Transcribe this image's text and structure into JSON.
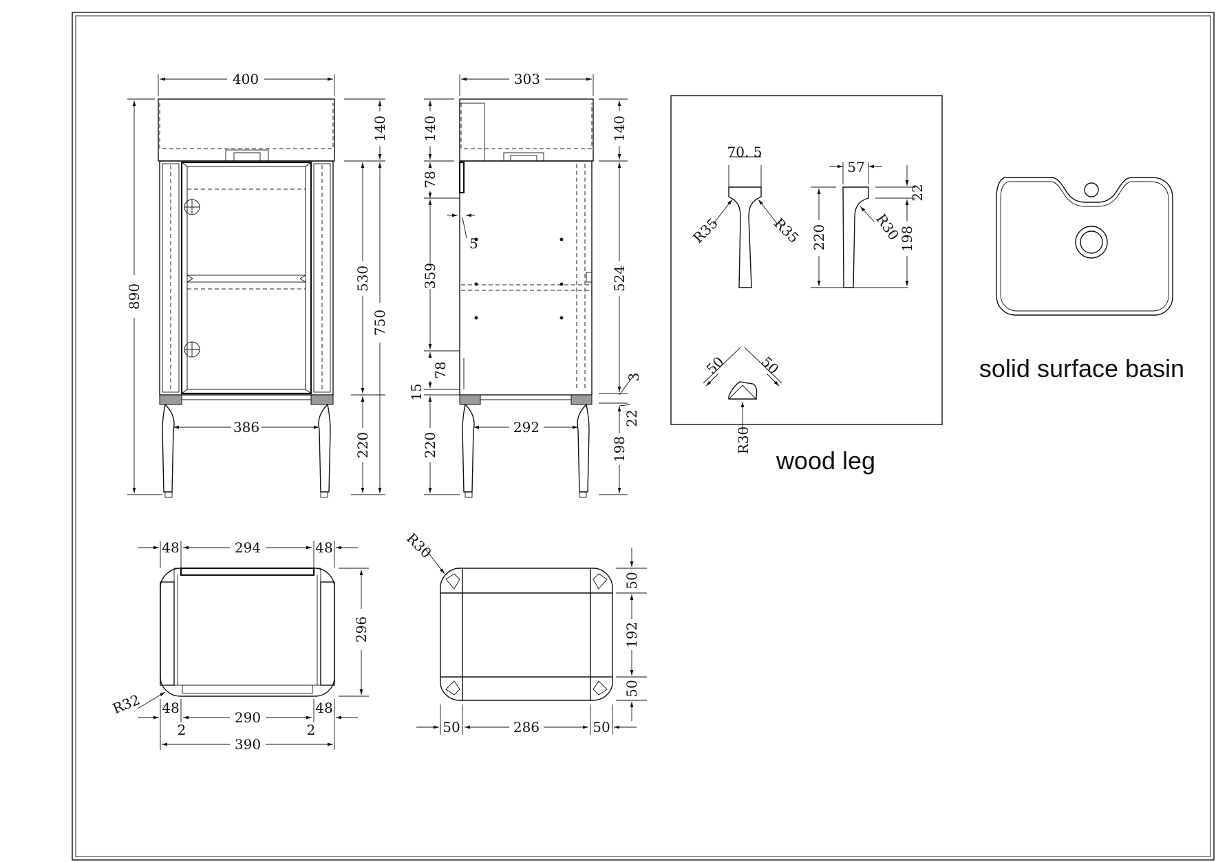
{
  "views": {
    "front": {
      "width_top": "400",
      "height_total": "890",
      "basin_height": "140",
      "cabinet_height": "530",
      "height_body": "750",
      "leg_height": "220",
      "leg_span": "386"
    },
    "side": {
      "depth_top": "303",
      "basin_height_left": "140",
      "basin_height_right": "140",
      "top_rail": "78",
      "gap": "5",
      "inner_height": "359",
      "bottom_rail": "78",
      "base_thickness": "15",
      "leg_height_left": "220",
      "cabinet_height_right": "524",
      "offset_3": "3",
      "offset_22": "22",
      "leg_height_right": "198",
      "leg_span": "292"
    },
    "plan_cabinet": {
      "top_left": "48",
      "top_mid": "294",
      "top_right": "48",
      "depth": "296",
      "corner_radius": "R32",
      "bottom_left": "48",
      "bottom_mid": "290",
      "bottom_right": "48",
      "gap_left": "2",
      "gap_right": "2",
      "overall": "390"
    },
    "plan_base": {
      "corner_radius": "R30",
      "side_top": "50",
      "side_mid": "192",
      "side_bottom": "50",
      "bottom_left": "50",
      "bottom_mid": "286",
      "bottom_right": "50"
    },
    "wood_leg": {
      "caption": "wood leg",
      "front_width": "70. 5",
      "radius_left": "R35",
      "radius_right": "R35",
      "side_width": "57",
      "side_top": "22",
      "side_height": "220",
      "side_lower": "198",
      "side_radius": "R30",
      "section_a": "50",
      "section_b": "50",
      "section_radius": "R30"
    },
    "basin": {
      "caption": "solid surface basin"
    }
  }
}
